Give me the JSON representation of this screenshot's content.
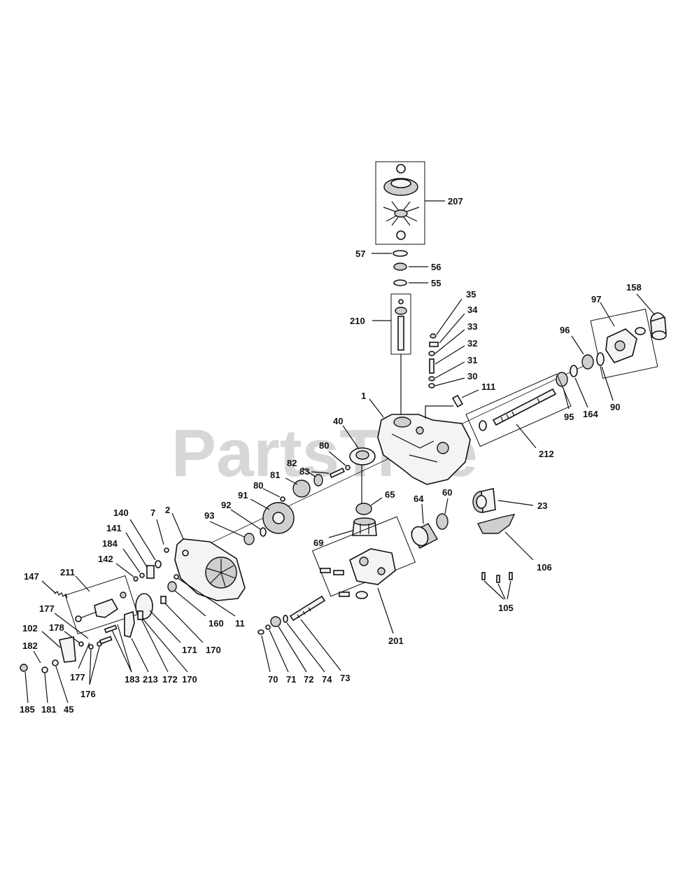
{
  "watermark": "PartsTree",
  "labels": {
    "l207": "207",
    "l57": "57",
    "l56": "56",
    "l55": "55",
    "l210": "210",
    "l35": "35",
    "l34": "34",
    "l33": "33",
    "l32": "32",
    "l31": "31",
    "l30": "30",
    "l111": "111",
    "l1": "1",
    "l40": "40",
    "l80a": "80",
    "l83": "83",
    "l82": "82",
    "l81": "81",
    "l80b": "80",
    "l91": "91",
    "l92": "92",
    "l93": "93",
    "l158": "158",
    "l97": "97",
    "l96": "96",
    "l95": "95",
    "l164": "164",
    "l90": "90",
    "l212": "212",
    "l65": "65",
    "l64": "64",
    "l60": "60",
    "l23": "23",
    "l69": "69",
    "l106": "106",
    "l105": "105",
    "l201": "201",
    "l140": "140",
    "l7": "7",
    "l2": "2",
    "l141": "141",
    "l184": "184",
    "l142": "142",
    "l147": "147",
    "l211": "211",
    "l177a": "177",
    "l178": "178",
    "l102": "102",
    "l182": "182",
    "l177b": "177",
    "l176": "176",
    "l183": "183",
    "l213": "213",
    "l172": "172",
    "l170a": "170",
    "l171": "171",
    "l170b": "170",
    "l160": "160",
    "l11": "11",
    "l185": "185",
    "l181": "181",
    "l45": "45",
    "l70": "70",
    "l71": "71",
    "l72": "72",
    "l74": "74",
    "l73": "73"
  }
}
